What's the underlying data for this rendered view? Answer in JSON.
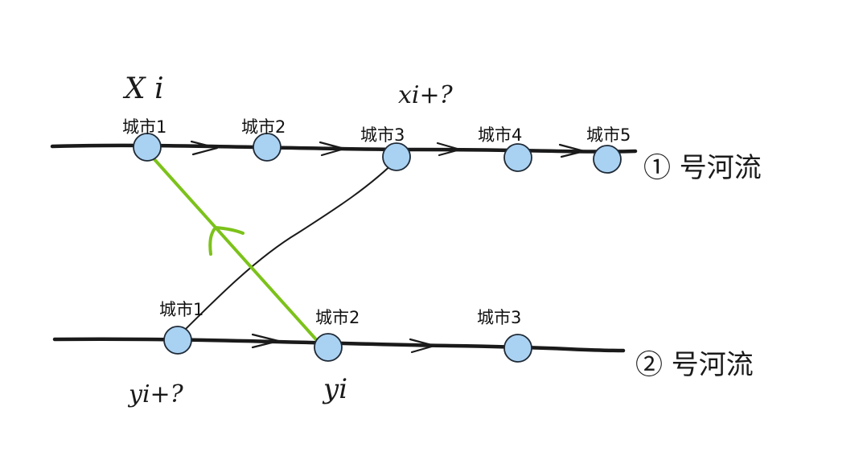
{
  "colors": {
    "node_fill": "#a9d1f2",
    "line": "#1a1a1a",
    "highlight": "#7cc21a",
    "background": "#ffffff"
  },
  "river1": {
    "label": "① 号河流",
    "cities": [
      "城市1",
      "城市2",
      "城市3",
      "城市4",
      "城市5"
    ]
  },
  "river2": {
    "label": "② 号河流",
    "cities": [
      "城市1",
      "城市2",
      "城市3"
    ]
  },
  "annotations": {
    "xi": "X i",
    "xi_t": "xi+?",
    "yi_t": "yi+?",
    "yi": "yi"
  }
}
